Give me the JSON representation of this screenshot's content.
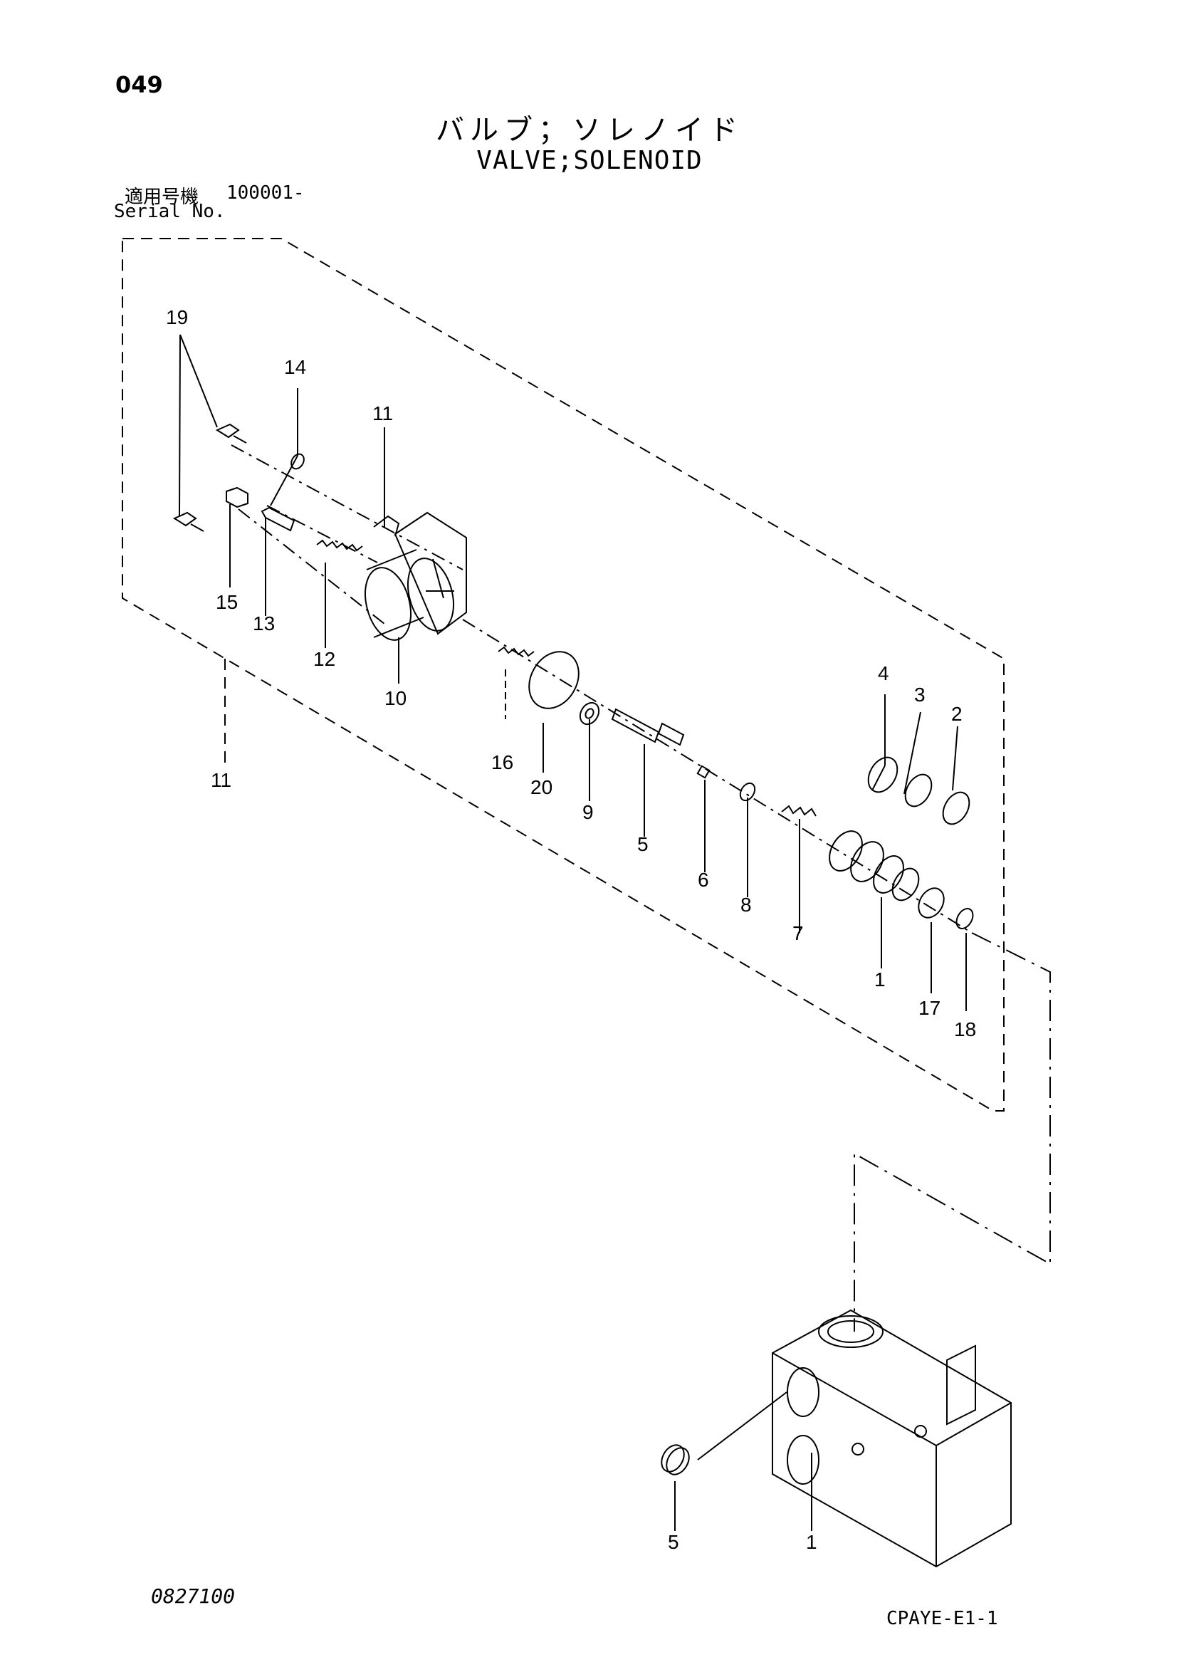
{
  "header": {
    "page_number": "049",
    "title_jp": "バルブ；ソレノイド",
    "title_en": "VALVE;SOLENOID"
  },
  "serial": {
    "label_jp": "適用号機",
    "value": "100001-",
    "label_en": "Serial No."
  },
  "callouts": {
    "c19": "19",
    "c14": "14",
    "c11a": "11",
    "c15": "15",
    "c13": "13",
    "c12": "12",
    "c10": "10",
    "c11b": "11",
    "c16": "16",
    "c20": "20",
    "c9": "9",
    "c5a": "5",
    "c6": "6",
    "c8": "8",
    "c7": "7",
    "c4": "4",
    "c3": "3",
    "c2": "2",
    "c1a": "1",
    "c17": "17",
    "c18": "18",
    "c5b": "5",
    "c1b": "1"
  },
  "footer": {
    "drawing_no": "0827100",
    "code": "CPAYE-E1-1"
  }
}
